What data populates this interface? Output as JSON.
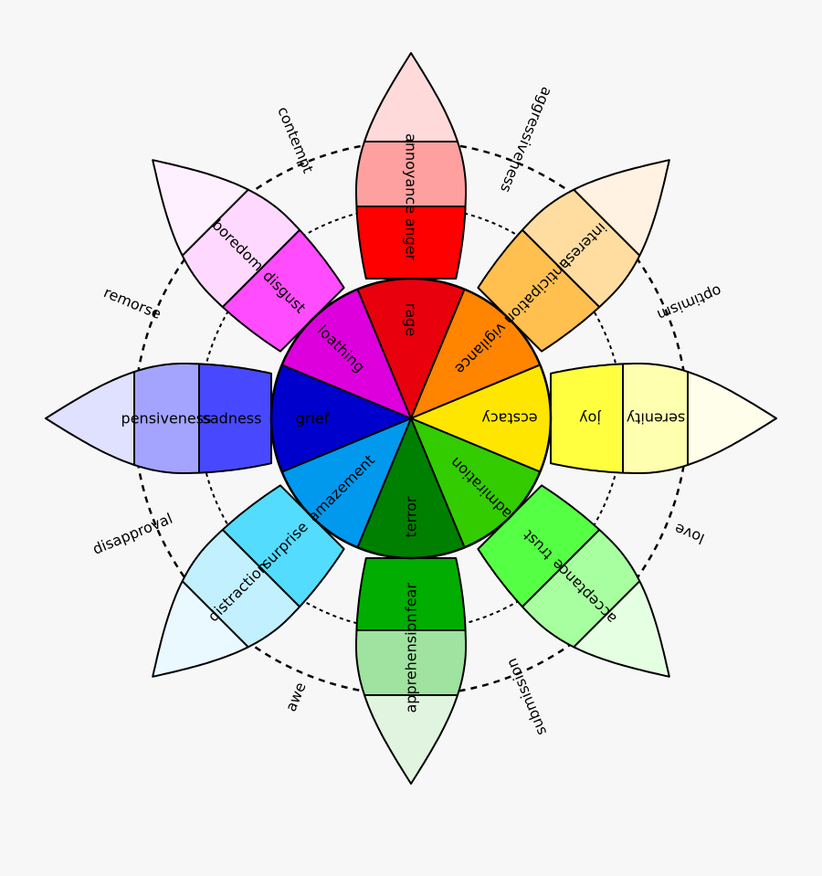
{
  "petals": [
    {
      "key": "anger",
      "colors": [
        "#e8000c",
        "#ff0000",
        "#ffa0a0",
        "#ffdadb"
      ],
      "labels": [
        "rage",
        "anger",
        "annoyance"
      ]
    },
    {
      "key": "anticipation",
      "colors": [
        "#ff8400",
        "#ffc050",
        "#ffdda0",
        "#fff2e2"
      ],
      "labels": [
        "vigilance",
        "anticipation",
        "interest"
      ]
    },
    {
      "key": "joy",
      "colors": [
        "#ffe600",
        "#ffff40",
        "#ffffb0",
        "#fffeeb"
      ],
      "labels": [
        "ecstacy",
        "joy",
        "serenity"
      ]
    },
    {
      "key": "trust",
      "colors": [
        "#33cc00",
        "#55ff44",
        "#a8ffa0",
        "#e5ffe2"
      ],
      "labels": [
        "admiration",
        "trust",
        "acceptance"
      ]
    },
    {
      "key": "fear",
      "colors": [
        "#008000",
        "#00ad00",
        "#a0e2a0",
        "#e0f4e0"
      ],
      "labels": [
        "terror",
        "fear",
        "apprehension"
      ]
    },
    {
      "key": "surprise",
      "colors": [
        "#0099ee",
        "#54dcff",
        "#c2f0ff",
        "#eaf8ff"
      ],
      "labels": [
        "amazement",
        "surprise",
        "distraction"
      ]
    },
    {
      "key": "sadness",
      "colors": [
        "#0000cc",
        "#4848ff",
        "#a4a4ff",
        "#e0e0ff"
      ],
      "labels": [
        "grief",
        "sadness",
        "pensiveness"
      ]
    },
    {
      "key": "disgust",
      "colors": [
        "#dd00dd",
        "#ff4cff",
        "#ffd8ff",
        "#fff0ff"
      ],
      "labels": [
        "loathing",
        "disgust",
        "boredom"
      ]
    }
  ],
  "dyads": [
    "aggressiveness",
    "optimism",
    "love",
    "submission",
    "awe",
    "disapproval",
    "remorse",
    "contempt"
  ]
}
